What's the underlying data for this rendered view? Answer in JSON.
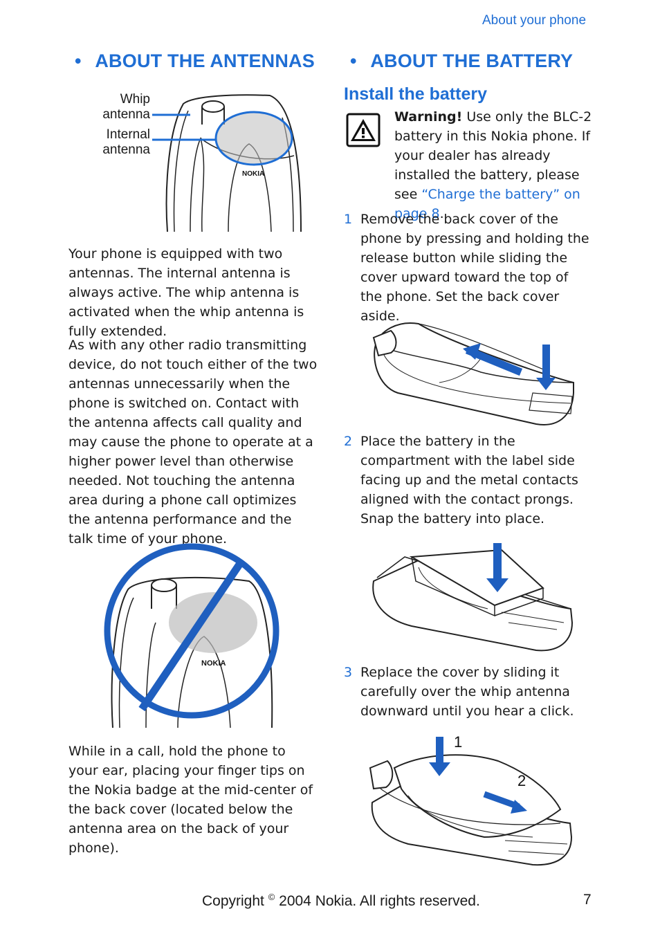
{
  "running_head": "About your phone",
  "left": {
    "heading": "ABOUT THE ANTENNAS",
    "bullet": "•",
    "fig_labels": {
      "whip_line1": "Whip",
      "whip_line2": "antenna",
      "internal_line1": "Internal",
      "internal_line2": "antenna"
    },
    "brand": "NOKIA",
    "para1": "Your phone is equipped with two antennas. The internal antenna is always active. The whip antenna is activated when the whip antenna is fully extended.",
    "para2": "As with any other radio transmitting device, do not touch either of the two antennas unnecessarily when the phone is switched on. Contact with the antenna affects call quality and may cause the phone to operate at a higher power level than otherwise needed. Not touching the antenna area during a phone call optimizes the antenna performance and the talk time of your phone.",
    "para3": "While in a call, hold the phone to your ear, placing your finger tips on the Nokia badge at the mid-center of the back cover (located below the antenna area on the back of your phone)."
  },
  "right": {
    "heading": "ABOUT THE BATTERY",
    "bullet": "•",
    "subheading": "Install the battery",
    "warning_label": "Warning!",
    "warning_text": " Use only the BLC-2 battery in this Nokia phone. If your dealer has already installed the battery, please see ",
    "warning_link": "“Charge the battery” on page 8",
    "warning_end": ".",
    "steps": [
      {
        "num": "1",
        "text": "Remove the back cover of the phone by pressing and holding the release button while sliding the cover upward toward the top of the phone. Set the back cover aside."
      },
      {
        "num": "2",
        "text": "Place the battery in the compartment with the label side facing up and the metal contacts aligned with the contact prongs. Snap the battery into place."
      },
      {
        "num": "3",
        "text": "Replace the cover by sliding it carefully over the whip antenna downward until you hear a click."
      }
    ],
    "fig3_marks": {
      "one": "1",
      "two": "2"
    }
  },
  "footer": {
    "copyright_pre": "Copyright ",
    "copyright_symbol": "©",
    "copyright_post": " 2004 Nokia. All rights reserved.",
    "page_number": "7"
  },
  "colors": {
    "accent": "#1f6ed4",
    "text": "#1a1a1a"
  }
}
